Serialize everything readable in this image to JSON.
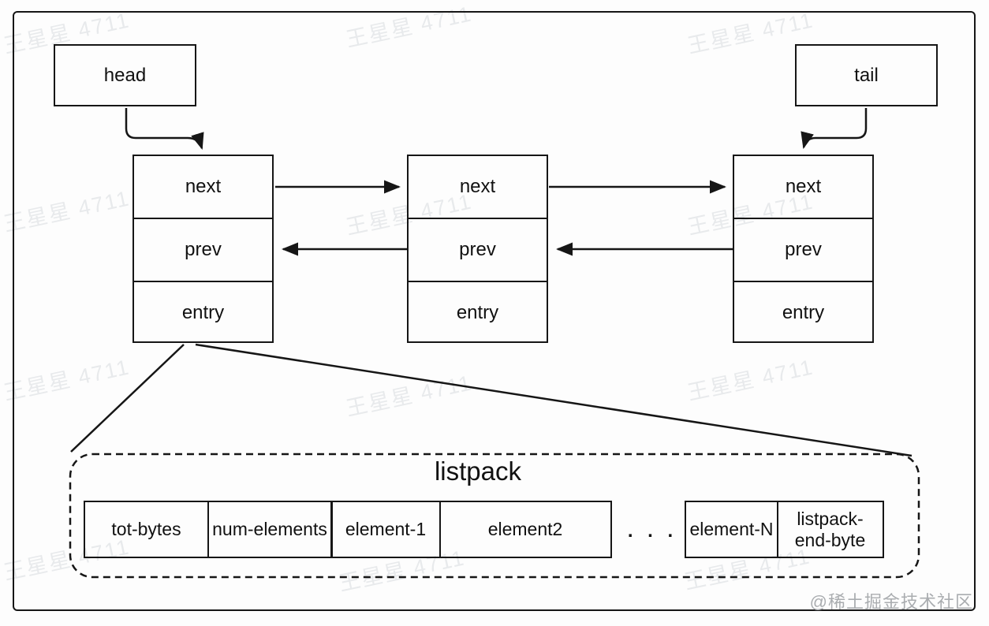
{
  "watermark": {
    "text": "王星星 4711"
  },
  "credit": {
    "text": "@稀土掘金技术社区"
  },
  "pointers": {
    "head": "head",
    "tail": "tail"
  },
  "nodes": [
    {
      "rows": [
        "next",
        "prev",
        "entry"
      ]
    },
    {
      "rows": [
        "next",
        "prev",
        "entry"
      ]
    },
    {
      "rows": [
        "next",
        "prev",
        "entry"
      ]
    }
  ],
  "listpack": {
    "title": "listpack",
    "cells": [
      "tot-bytes",
      "num-elements",
      "element-1",
      "element2"
    ],
    "ellipsis": ". . .",
    "tail_cells": [
      "element-N"
    ],
    "end_cell": [
      "listpack-",
      "end-byte"
    ]
  },
  "colors": {
    "line": "#161616",
    "watermark": "#e8eaec",
    "credit": "#aaadb0"
  }
}
